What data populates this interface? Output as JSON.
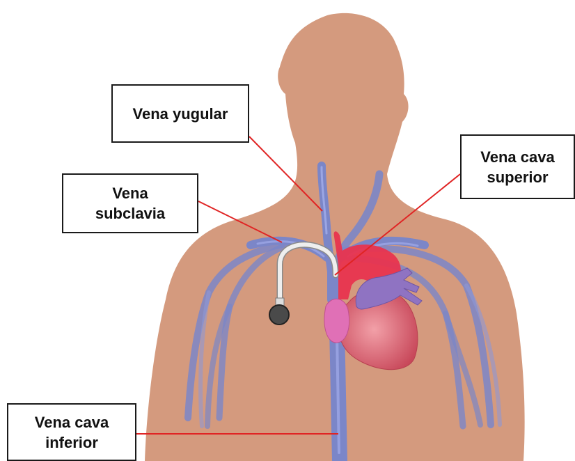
{
  "labels": {
    "vena_yugular": "Vena yugular",
    "vena_subclavia": "Vena\nsubclavia",
    "vena_cava_superior": "Vena cava\nsuperior",
    "vena_cava_inferior": "Vena cava\ninferior"
  },
  "colors": {
    "skin": "#d49a7e",
    "vein": "#7b86c8",
    "vein_highlight": "#a9b3f0",
    "heart": "#d9606e",
    "atrium": "#e070b6",
    "aorta": "#e8344f",
    "pulmonary_artery": "#8f73c2",
    "leader_line": "#e02424",
    "catheter": "#eeeeee",
    "port": "#4a4a4a"
  }
}
